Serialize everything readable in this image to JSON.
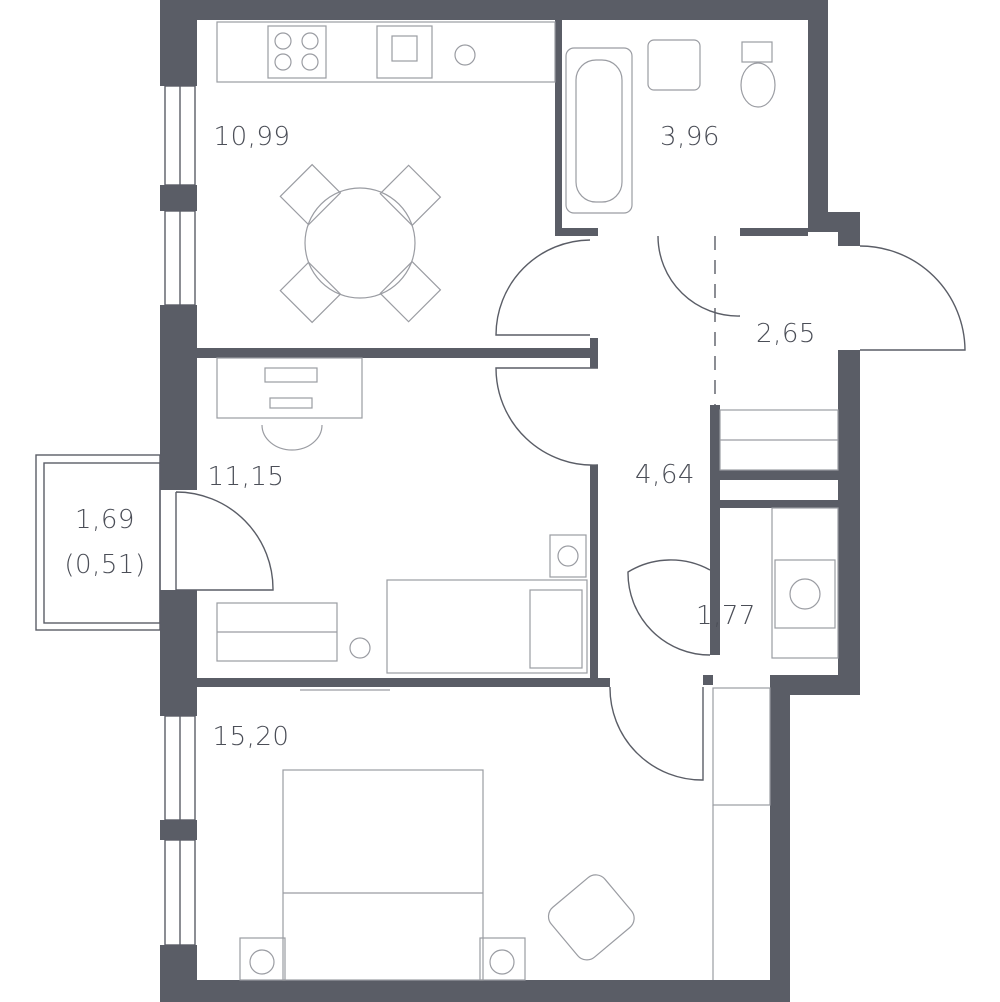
{
  "rooms": {
    "kitchen": {
      "area": "10,99"
    },
    "bathroom": {
      "area": "3,96"
    },
    "entrance": {
      "area": "2,65"
    },
    "hall": {
      "area": "4,64"
    },
    "bedroom_small": {
      "area": "11,15"
    },
    "balcony": {
      "area": "1,69",
      "reduced_area": "(0,51)"
    },
    "laundry": {
      "area": "1,77"
    },
    "bedroom_main": {
      "area": "15,20"
    }
  },
  "colors": {
    "wall": "#5a5d66",
    "text": "#4b4e57",
    "furniture": "#9a9ca2"
  }
}
